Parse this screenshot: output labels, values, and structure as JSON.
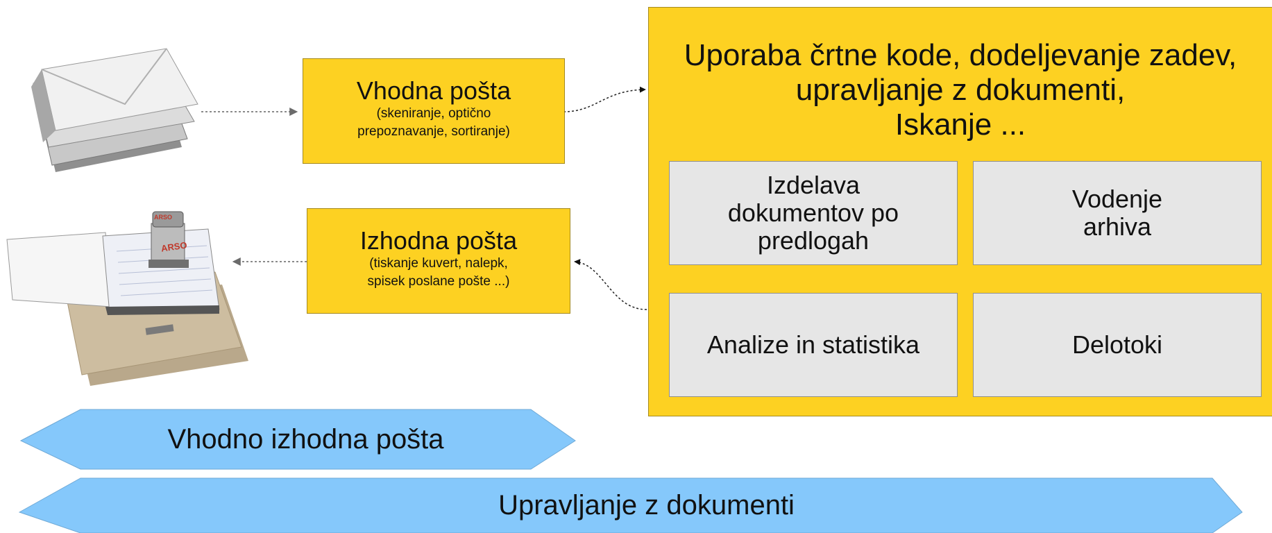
{
  "incoming_mail": {
    "title": "Vhodna pošta",
    "detail_line1": "(skeniranje, optično",
    "detail_line2": "prepoznavanje, sortiranje)"
  },
  "outgoing_mail": {
    "title": "Izhodna pošta",
    "detail_line1": "(tiskanje kuvert, nalepk,",
    "detail_line2": "spisek poslane pošte ...)"
  },
  "system": {
    "title_line1": "Uporaba črtne kode, dodeljevanje zadev,",
    "title_line2": "upravljanje z dokumenti,",
    "title_line3": "Iskanje ...",
    "modules": [
      {
        "line1": "Izdelava",
        "line2": "dokumentov po",
        "line3": "predlogah"
      },
      {
        "line1": "Vodenje",
        "line2": "arhiva"
      },
      {
        "line1": "Analize in statistika"
      },
      {
        "line1": "Delotoki"
      }
    ]
  },
  "banners": {
    "mail_scope": "Vhodno izhodna pošta",
    "document_scope": "Upravljanje z dokumenti"
  },
  "illustration": {
    "stamp_text": "ARSO",
    "stamp_text_small": "ARSO"
  },
  "colors": {
    "box_yellow": "#fdd122",
    "module_gray": "#e6e6e6",
    "banner_blue": "#85c8fb"
  }
}
